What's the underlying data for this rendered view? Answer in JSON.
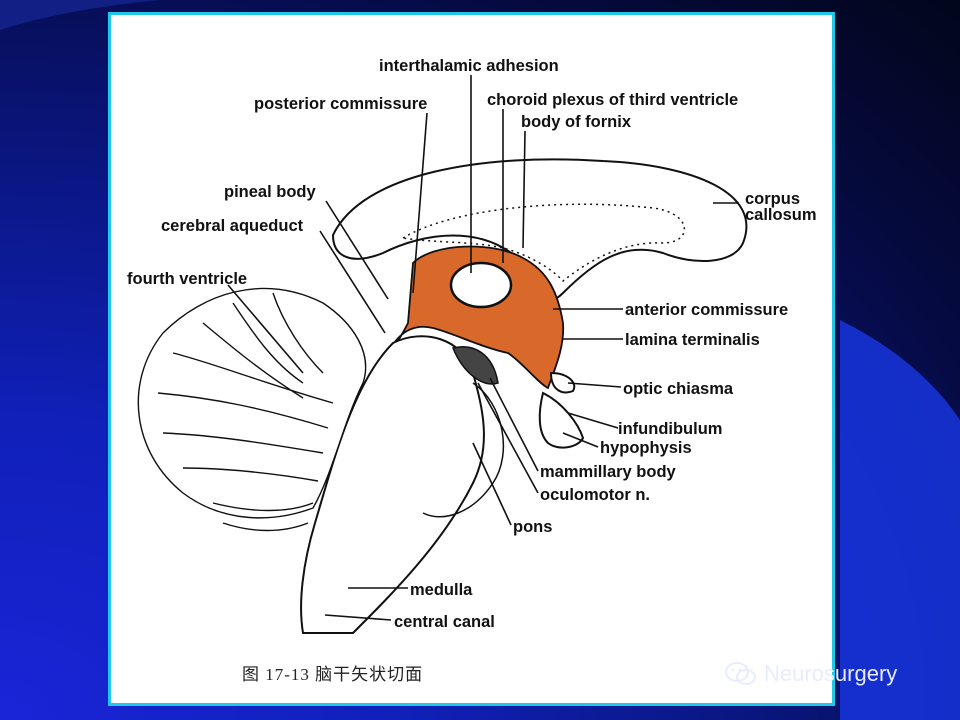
{
  "labels": {
    "interthalamic_adhesion": "interthalamic adhesion",
    "posterior_commissure": "posterior commissure",
    "choroid_plexus": "choroid plexus of third ventricle",
    "body_of_fornix": "body of fornix",
    "pineal_body": "pineal body",
    "cerebral_aqueduct": "cerebral aqueduct",
    "corpus": "corpus",
    "callosum": "callosum",
    "fourth_ventricle": "fourth ventricle",
    "anterior_commissure": "anterior commissure",
    "lamina_terminalis": "lamina terminalis",
    "optic_chiasma": "optic chiasma",
    "infundibulum": "infundibulum",
    "hypophysis": "hypophysis",
    "mammillary_body": "mammillary body",
    "oculomotor_n": "oculomotor n.",
    "pons": "pons",
    "medulla": "medulla",
    "central_canal": "central canal"
  },
  "caption": "图 17-13 脑干矢状切面",
  "watermark": "Neurosurgery",
  "colors": {
    "frame_border": "#1ec8e6",
    "ventricle_fill": "#d9692a",
    "background": "#0a1680"
  }
}
